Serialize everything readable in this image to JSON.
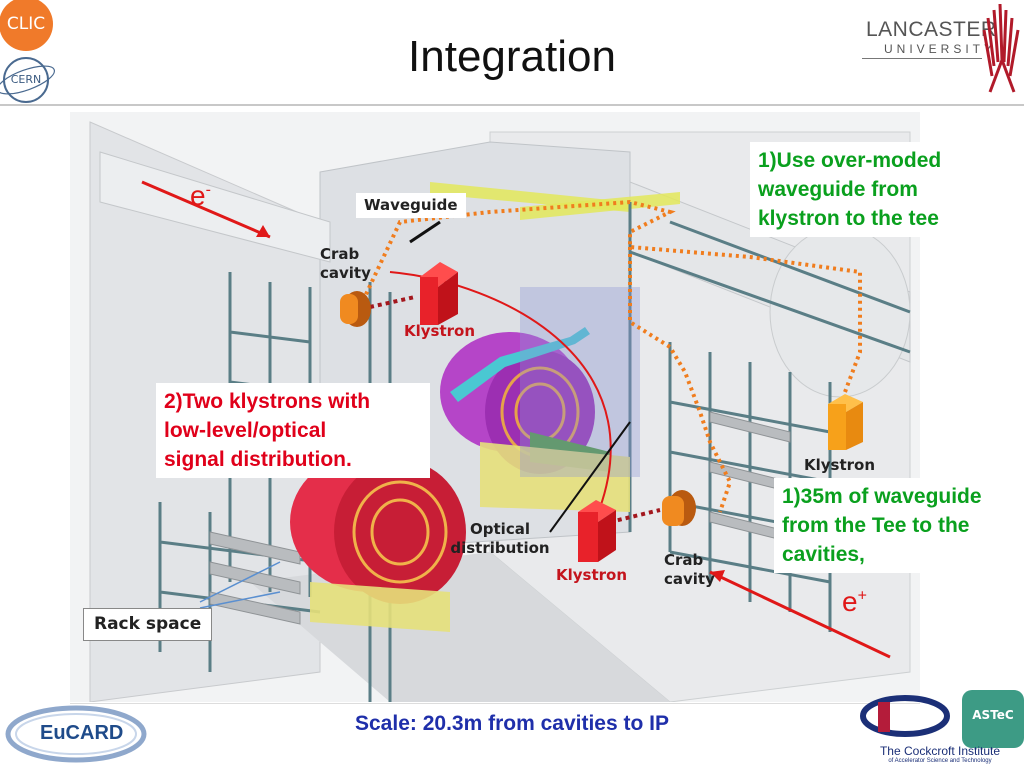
{
  "slide": {
    "title": "Integration",
    "scale_note": "Scale: 20.3m from cavities to IP"
  },
  "callouts": {
    "overmoded": [
      "1)Use over-moded",
      "waveguide from",
      "klystron to the tee"
    ],
    "two_klystrons": [
      "2)Two klystrons with",
      "low-level/optical",
      "signal distribution."
    ],
    "waveguide_35m": [
      "1)35m of waveguide",
      "from the Tee to the",
      "cavities,"
    ]
  },
  "diagram_labels": {
    "e_minus": "e",
    "e_minus_sup": "-",
    "e_plus": "e",
    "e_plus_sup": "+",
    "waveguide": "Waveguide",
    "crab_cavity_left": [
      "Crab",
      "cavity"
    ],
    "klystron_left": "Klystron",
    "klystron_right": "Klystron",
    "klystron_bottom": "Klystron",
    "optical": [
      "Optical",
      "distribution"
    ],
    "crab_cavity_right": [
      "Crab",
      "cavity"
    ],
    "rack_space": "Rack space"
  },
  "logos": {
    "clic": "CLIC",
    "cern": "CERN",
    "lancaster_top": "LANCASTER",
    "lancaster_bottom": "UNIVERSITY",
    "eucard": "EuCARD",
    "astec": "ASTeC",
    "cockcroft": "The Cockcroft Institute",
    "cockcroft_sub": "of Accelerator Science and Technology"
  },
  "colors": {
    "callout_green": "#0aa01e",
    "callout_red": "#e0001a",
    "scale_blue": "#1f2faa",
    "waveguide_orange": "#f07d1e",
    "klystron_red": "#e8222a",
    "beam_arrow_red": "#e01818"
  }
}
